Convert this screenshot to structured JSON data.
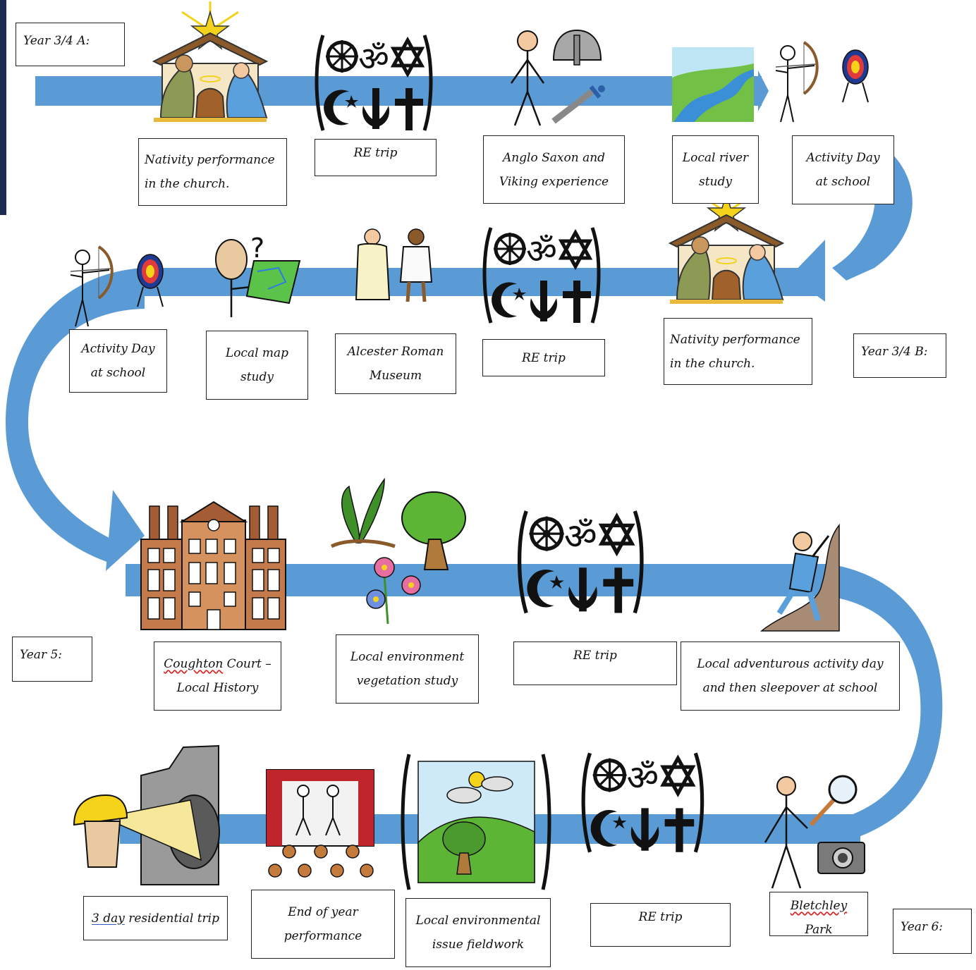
{
  "colors": {
    "timeline": "#5b9bd5",
    "edge_bar": "#1d2b4f",
    "box_border": "#222222",
    "spellcheck": "#dd2222"
  },
  "groups": {
    "year34a": "Year 3/4 A:",
    "year34b": "Year 3/4 B:",
    "year5": "Year 5:",
    "year6": "Year 6:"
  },
  "row1": {
    "nativity_line1": "Nativity performance",
    "nativity_line2": "in the church.",
    "re_trip": "RE trip",
    "anglo_line1": "Anglo Saxon and",
    "anglo_line2": "Viking experience",
    "river_line1": "Local river",
    "river_line2": "study",
    "activity_line1": "Activity Day",
    "activity_line2": "at school"
  },
  "row2": {
    "activity_line1": "Activity Day",
    "activity_line2": "at school",
    "map_line1": "Local map",
    "map_line2": "study",
    "alcester_line1": "Alcester Roman",
    "alcester_line2": "Museum",
    "re_trip": "RE trip",
    "nativity_line1": "Nativity performance",
    "nativity_line2": "in the church."
  },
  "row3": {
    "coughton_word": "Coughton",
    "coughton_rest": " Court –",
    "coughton_line2": "Local History",
    "veg_line1": "Local environment",
    "veg_line2": "vegetation study",
    "re_trip": "RE trip",
    "adv_line1": "Local adventurous activity day",
    "adv_line2": "and then sleepover at school"
  },
  "row4": {
    "resid_num": "3 day",
    "resid_rest": " residential trip",
    "eoy_line1": "End of year",
    "eoy_line2": "performance",
    "field_line1": "Local environmental",
    "field_line2": "issue fieldwork",
    "re_trip": "RE trip",
    "bletchley_word": "Bletchley",
    "bletchley_rest": " Park"
  },
  "icons": {
    "nativity": "nativity-scene-icon",
    "religions": "religious-symbols-icon",
    "viking": "viking-person-helmet-sword-icon",
    "river": "river-landscape-icon",
    "archery": "archer-target-icon",
    "map": "person-reading-map-icon",
    "romans": "roman-figures-icon",
    "house": "stately-house-icon",
    "plants": "plants-tree-flowers-icon",
    "climber": "rock-climber-icon",
    "cave": "caver-headlamp-icon",
    "theatre": "theatre-stage-icon",
    "landscape": "landscape-icon",
    "explorer": "person-magnifier-camera-icon"
  }
}
